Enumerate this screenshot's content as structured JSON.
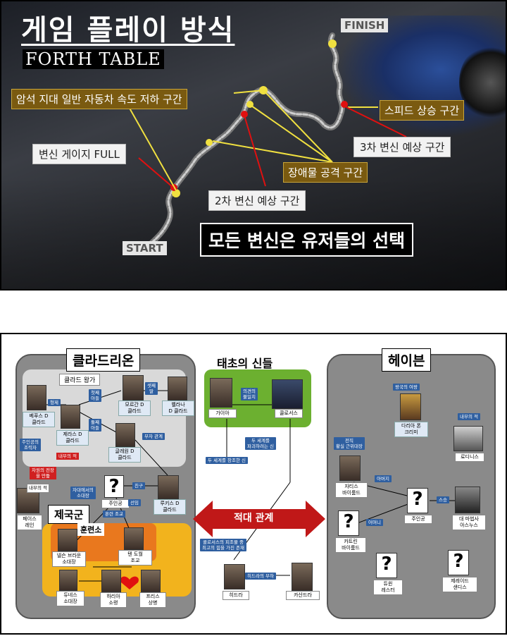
{
  "top": {
    "title": "게임 플레이 방식",
    "subtitle": "FORTH TABLE",
    "finish": "FINISH",
    "start": "START",
    "labels": {
      "rock_zone": "암석 지대 일반 자동차 속도 저하 구간",
      "speed_up": "스피드 상승 구간",
      "third_transform": "3차 변신 예상 구간",
      "gauge_full": "변신 게이지 FULL",
      "obstacle_attack": "장애물 공격 구간",
      "second_transform": "2차 변신 예상 구간",
      "all_choice": "모든 변신은 유저들의 선택"
    },
    "colors": {
      "gold": "#7a5a10",
      "marker_red": "#e01010",
      "marker_yellow": "#f0e040"
    }
  },
  "bottom": {
    "regions": {
      "claudrion": "클라드리온",
      "primordial": "태초의 신들",
      "heaven": "헤이븐",
      "empire": "제국군",
      "training": "훈련소",
      "royal": "클라드 왕가"
    },
    "enmity": "적대 관계",
    "characters": {
      "bepus": "베푸스 D\n클라드",
      "jerus": "제라스 D\n클라드",
      "morgan": "모르간 D\n클라드",
      "bellana": "벨라나\nD 클라드",
      "gleon": "글레원 D\n클라드",
      "lukis": "루키스 D\n클라드",
      "pace": "페이스\n레인",
      "nelson": "넬슨 브라운\n소대장",
      "ten": "텐 도월\n조교",
      "dunes": "듀네스\n소대장",
      "hario": "하리아\n소령",
      "prince": "프리스\n상병",
      "gaia": "가이아",
      "colossus": "콜로서스",
      "hydra": "히드라",
      "cassandra": "카산드라",
      "daria": "다리아 폰\n크리미",
      "rodnis": "로디니스",
      "zathis": "자티스\n바이룸드",
      "catrin": "카트린\n바이룸드",
      "hero": "주인공",
      "heroB": "주인공",
      "wizard": "대 마법사\n아스누스",
      "dunwin": "듀윈\n레스터",
      "jerez": "제레이드\n샌디스"
    },
    "relations": {
      "brother": "형제",
      "first_son": "첫째\n아들",
      "second_son": "둘째\n아들",
      "sibling": "셋째\n딸",
      "father_rel": "부자 관계",
      "mentor": "주인공의\n조력자",
      "inner_enemy": "내부의 적",
      "war_cause": "차원의 전장\n을 만듦",
      "inner_enemy2": "내부의 적",
      "friend": "친구",
      "self_leader": "자대에서의\n소대장",
      "training_aide": "훈련 조교",
      "senior": "선임",
      "opinion": "의견의\n불일치",
      "two_worlds_destroy": "두 세계를\n파괴하려는 신",
      "two_worlds_create": "두 세계를 창조한 신",
      "colossus_strong": "콜로서스의 피조물 중\n최고의 힘을 가진 존재",
      "hydra_sub": "히드라의 부하",
      "heaven_queen": "왕국의 여왕",
      "heaven_inner": "내부의 적",
      "guard_captain": "전직\n황실 근위대장",
      "father": "아버지",
      "mother": "어머니",
      "master": "스승"
    }
  }
}
